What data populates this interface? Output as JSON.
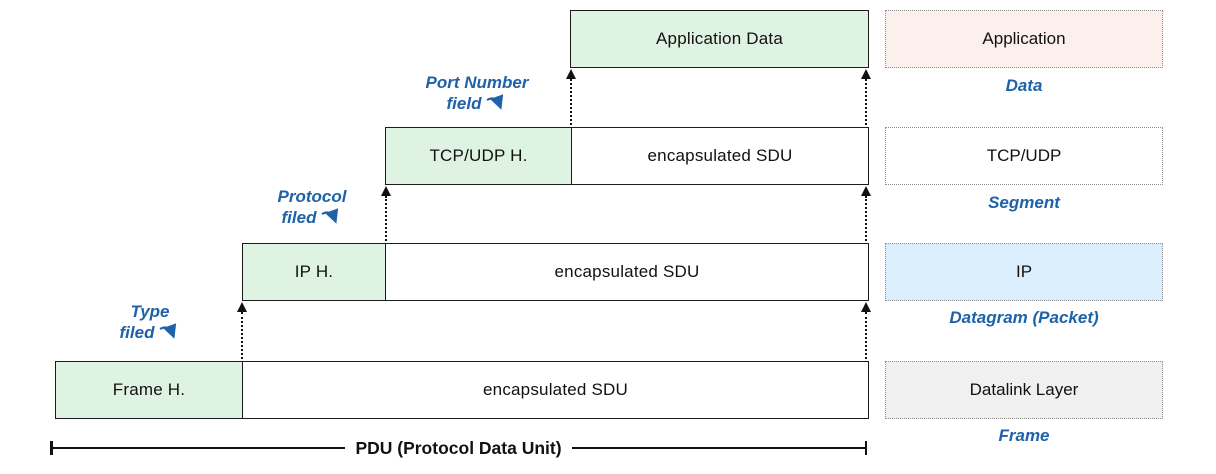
{
  "colors": {
    "header_fill_green": "#dff3e2",
    "application_fill_pink": "#fcf0ec",
    "tcp_udp_fill_white": "#ffffff",
    "ip_fill_blue": "#dbeefb",
    "datalink_fill_gray": "#f0f0f0",
    "annotation_blue": "#1e62a8",
    "box_border_black": "#1a1a1a",
    "dotted_border_gray": "#8f8f8f"
  },
  "stack": {
    "rows": [
      {
        "header_label": "Application Data",
        "sdu_label": ""
      },
      {
        "header_label": "TCP/UDP H.",
        "sdu_label": "encapsulated SDU"
      },
      {
        "header_label": "IP H.",
        "sdu_label": "encapsulated SDU"
      },
      {
        "header_label": "Frame H.",
        "sdu_label": "encapsulated SDU"
      }
    ]
  },
  "layers": [
    {
      "name": "Application",
      "pdu_name": "Data",
      "fill": "#fcf0ec"
    },
    {
      "name": "TCP/UDP",
      "pdu_name": "Segment",
      "fill": "#ffffff"
    },
    {
      "name": "IP",
      "pdu_name": "Datagram (Packet)",
      "fill": "#dbeefb"
    },
    {
      "name": "Datalink Layer",
      "pdu_name": "Frame",
      "fill": "#f0f0f0"
    }
  ],
  "annotations": [
    {
      "line1": "Port Number",
      "line2": "field",
      "icon": "curve-down-right-arrow"
    },
    {
      "line1": "Protocol",
      "line2": "filed",
      "icon": "curve-down-right-arrow"
    },
    {
      "line1": "Type",
      "line2": "filed",
      "icon": "curve-down-right-arrow"
    }
  ],
  "footer": {
    "label": "PDU (Protocol Data Unit)"
  }
}
